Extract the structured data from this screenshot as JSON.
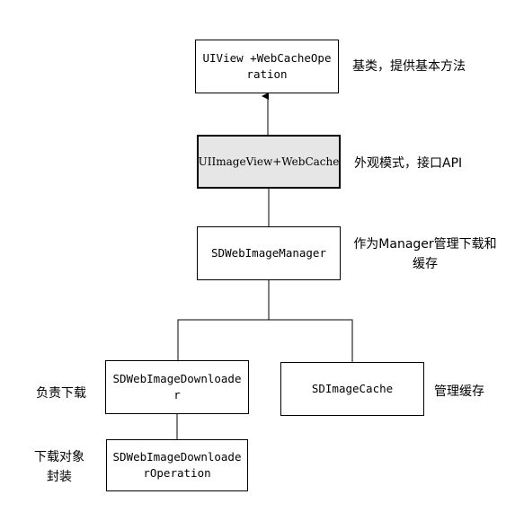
{
  "nodes": {
    "uiview": "UIView +WebCacheOperation",
    "imageview": "UIImageView+WebCache",
    "manager": "SDWebImageManager",
    "downloader": "SDWebImageDownloader",
    "cache": "SDImageCache",
    "operation": "SDWebImageDownloaderOperation"
  },
  "notes": {
    "uiview": "基类，提供基本方法",
    "imageview": "外观模式，接口API",
    "manager": "作为Manager管理下载和缓存",
    "downloader": "负责下载",
    "cache": "管理缓存",
    "operation": "下载对象封装"
  },
  "colors": {
    "highlight_fill": "#e6e6e6",
    "line": "#000000"
  }
}
